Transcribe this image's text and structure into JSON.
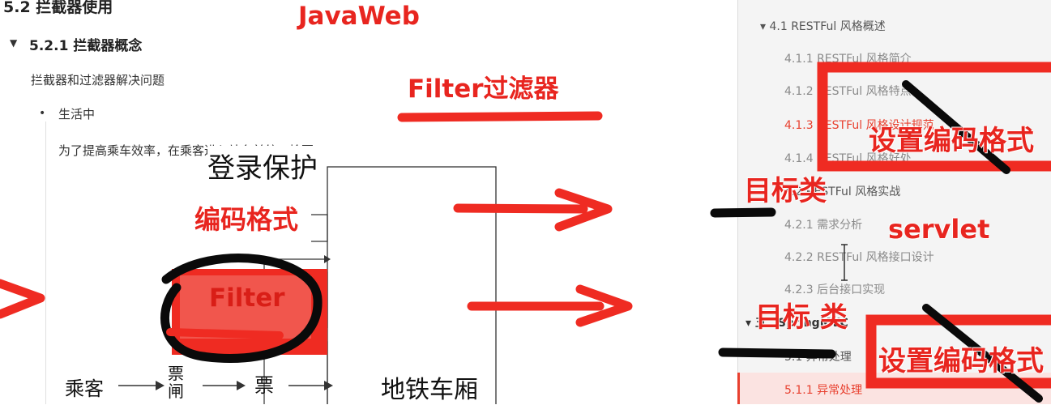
{
  "doc": {
    "section_title": "5.2 拦截器使用",
    "sub_title": "5.2.1 拦截器概念",
    "intro": "拦截器和过滤器解决问题",
    "bullet": "生活中",
    "bullet_text": "为了提高乘车效率，在乘客进入站台前统一检票"
  },
  "diagram": {
    "top_label": "登录保护",
    "passenger": "乘客",
    "gate": "票闸",
    "ticket": "票",
    "carriage": "地铁车厢"
  },
  "annotations": {
    "javaweb": "JavaWeb",
    "filter_title": "Filter过滤器",
    "encoding": "编码格式",
    "filter_box": "Filter",
    "target_class_1": "目标类",
    "servlet": "servlet",
    "target_class_2": "目标 类",
    "set_encoding_1": "设置编码格式",
    "set_encoding_2": "设置编码格式",
    "accent": "#e8251f"
  },
  "sidebar": {
    "items": [
      {
        "label": "▾ 4.1 RESTFul 风格概述"
      },
      {
        "label": "4.1.1 RESTFul 风格简介"
      },
      {
        "label": "4.1.2 RESTFul 风格特点"
      },
      {
        "label": "4.1.3 RESTFul 风格设计规范"
      },
      {
        "label": "4.1.4 RESTFul 风格好处"
      },
      {
        "label": "4.2 RESTFul 风格实战"
      },
      {
        "label": "4.2.1 需求分析"
      },
      {
        "label": "4.2.2 RESTFul 风格接口设计"
      },
      {
        "label": "4.2.3 后台接口实现"
      },
      {
        "label": "▾ 五、SpringMVC"
      },
      {
        "label": "5.1 异常处理"
      },
      {
        "label": "5.1.1 异常处理"
      }
    ],
    "active_color": "#e8402f"
  }
}
